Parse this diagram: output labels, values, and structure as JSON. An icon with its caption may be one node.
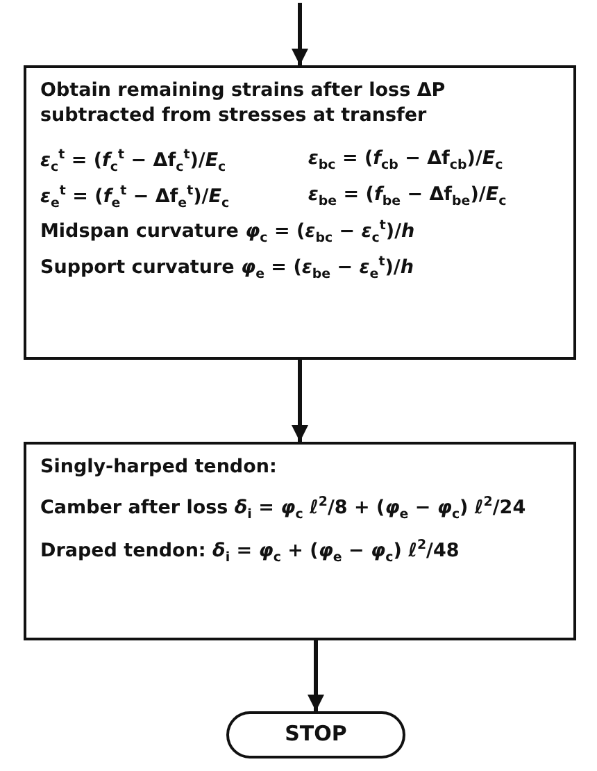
{
  "diagram": {
    "nodes": [
      {
        "text": [
          "Obtain remaining strains after loss ΔP subtracted from stresses at transfer",
          "*ε*$_{c}$$^{t}$ = (*f*$_{c}$$^{t}$ − Δf$_{c}$$^{t}$)/*E*$_{c}$",
          "*ε*$_{bc}$ = (*f*$_{cb}$ − Δf$_{cb}$)/*E*$_{c}$",
          "*ε*$_{e}$$^{t}$ = (*f*$_{e}$$^{t}$ − Δf$_{e}$$^{t}$)/*E*$_{c}$",
          "*ε*$_{be}$ = (*f*$_{be}$ − Δf$_{be}$)/*E*$_{c}$",
          "Midspan curvature *φ*$_{c}$ = (*ε*$_{bc}$ − *ε*$_{c}$$^{t}$)/*h*",
          "Support curvature *φ*$_{e}$ = (*ε*$_{be}$ − *ε*$_{e}$$^{t}$)/*h*"
        ]
      },
      {
        "text": [
          "Singly-harped tendon:",
          "Camber after loss *δ*$_{i}$ = *φ*$_{c}$ ℓ$^{2}$/8 + (*φ*$_{e}$ − *φ*$_{c}$) ℓ$^{2}$/24",
          "Draped tendon: *δ*$_{i}$ = *φ*$_{c}$ + (*φ*$_{e}$ − *φ*$_{c}$) ℓ$^{2}$/48"
        ]
      },
      {
        "text": [
          "STOP"
        ]
      }
    ],
    "edges": [
      {
        "from": null,
        "to": 0,
        "arrow": "to"
      },
      {
        "from": 0,
        "to": 1,
        "arrow": "to"
      },
      {
        "from": 1,
        "to": 2,
        "arrow": "to"
      }
    ]
  }
}
